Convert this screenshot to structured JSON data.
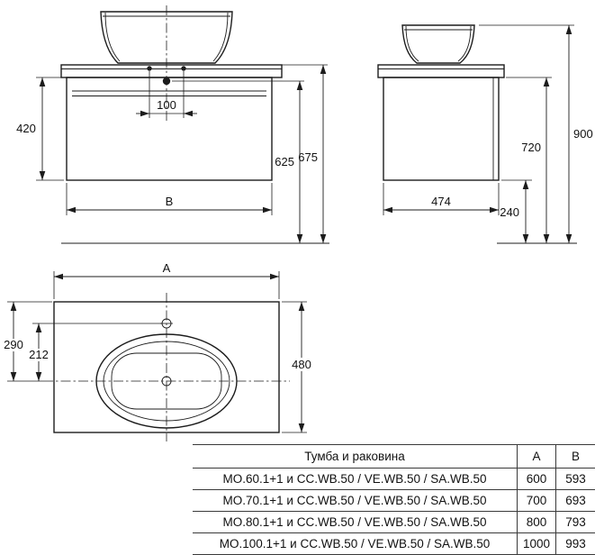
{
  "drawing": {
    "front": {
      "height_420": "420",
      "holes_100": "100",
      "h_625": "625",
      "h_675": "675",
      "width_label": "B"
    },
    "side": {
      "depth_474": "474",
      "h_240": "240",
      "h_720": "720",
      "h_900": "900"
    },
    "top": {
      "width_label": "A",
      "d_290": "290",
      "d_212": "212",
      "depth_480": "480"
    }
  },
  "table": {
    "headers": {
      "name": "Тумба и раковина",
      "a": "A",
      "b": "B"
    },
    "rows": [
      {
        "name": "MO.60.1+1 и CC.WB.50 / VE.WB.50 / SA.WB.50",
        "a": "600",
        "b": "593"
      },
      {
        "name": "MO.70.1+1 и CC.WB.50 / VE.WB.50 / SA.WB.50",
        "a": "700",
        "b": "693"
      },
      {
        "name": "MO.80.1+1 и CC.WB.50 / VE.WB.50 / SA.WB.50",
        "a": "800",
        "b": "793"
      },
      {
        "name": "MO.100.1+1 и CC.WB.50 / VE.WB.50 / SA.WB.50",
        "a": "1000",
        "b": "993"
      }
    ]
  }
}
